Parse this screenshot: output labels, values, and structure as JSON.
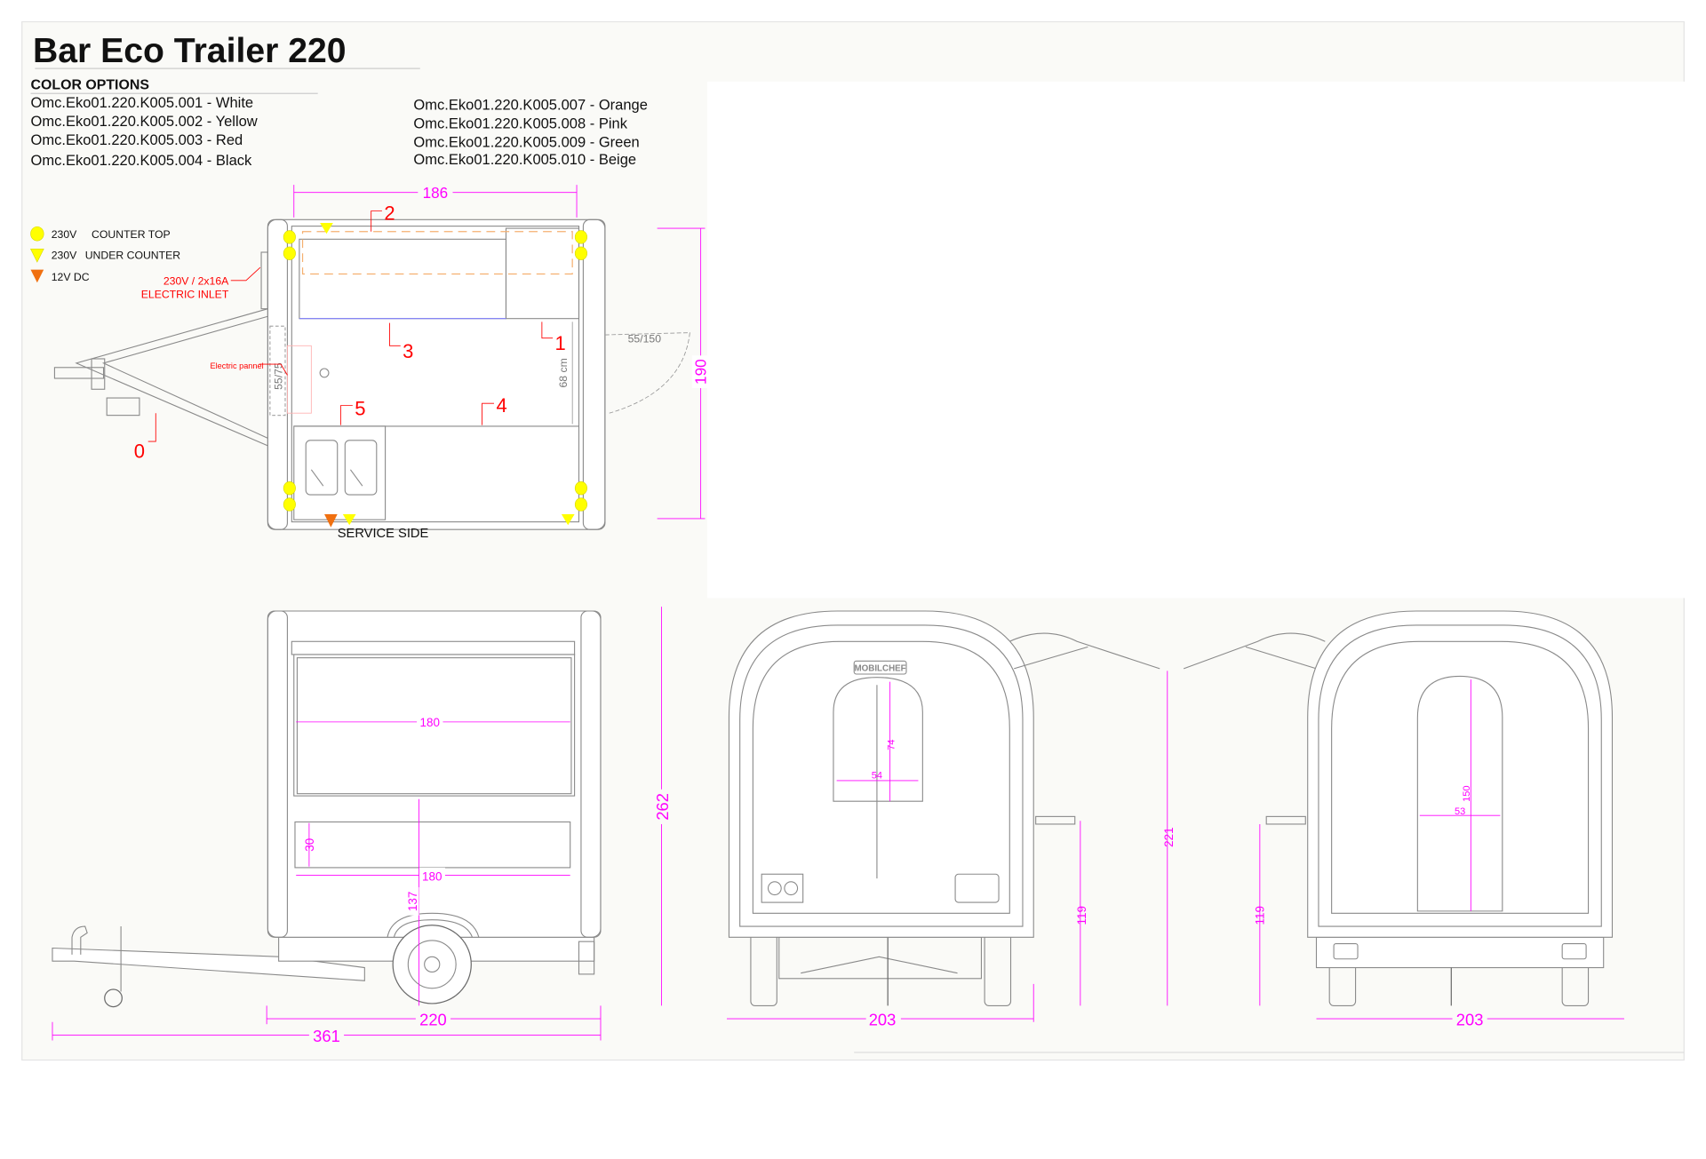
{
  "title": "Bar Eco Trailer 220",
  "color_options": {
    "heading": "COLOR OPTIONS",
    "left": [
      "Omc.Eko01.220.K005.001 - White",
      "Omc.Eko01.220.K005.002 - Yellow",
      "Omc.Eko01.220.K005.003 - Red",
      "Omc.Eko01.220.K005.004 - Black"
    ],
    "right": [
      "Omc.Eko01.220.K005.007 - Orange",
      "Omc.Eko01.220.K005.008 - Pink",
      "Omc.Eko01.220.K005.009 - Green",
      "Omc.Eko01.220.K005.010 - Beige"
    ]
  },
  "legend": [
    {
      "voltage": "230V",
      "label": "COUNTER TOP",
      "icon": "yellow-circle",
      "color": "#ffff00"
    },
    {
      "voltage": "230V",
      "label": "UNDER COUNTER",
      "icon": "yellow-triangle",
      "color": "#ffff00"
    },
    {
      "voltage": "12V DC",
      "label": "",
      "icon": "orange-triangle",
      "color": "#f07010"
    }
  ],
  "top_view": {
    "electric_inlet": [
      "230V / 2x16A",
      "ELECTRIC INLET"
    ],
    "electric_panel": "Electric pannel",
    "callouts": [
      "0",
      "1",
      "2",
      "3",
      "4",
      "5"
    ],
    "door_opening": "55/75",
    "counter_depth": "68 cm",
    "side_door": "55/150",
    "width": "186",
    "length": "190",
    "service_side": "SERVICE SIDE"
  },
  "side_view": {
    "window_width": "180",
    "panel_width": "180",
    "panel_height": "30",
    "counter_height": "137",
    "total_height": "262",
    "body_length": "220",
    "total_length": "361"
  },
  "rear_view": {
    "logo": "MOBILCHEF",
    "width": "203",
    "window_height": "74",
    "window_width": "54",
    "shelf_height": "119",
    "awning_height": "221"
  },
  "front_view": {
    "width": "203",
    "door_height": "150",
    "door_width": "53",
    "shelf_height": "119"
  },
  "colors": {
    "dimension": "#ff00ff",
    "annotation": "#ff0000",
    "background": "#fafaf7"
  }
}
